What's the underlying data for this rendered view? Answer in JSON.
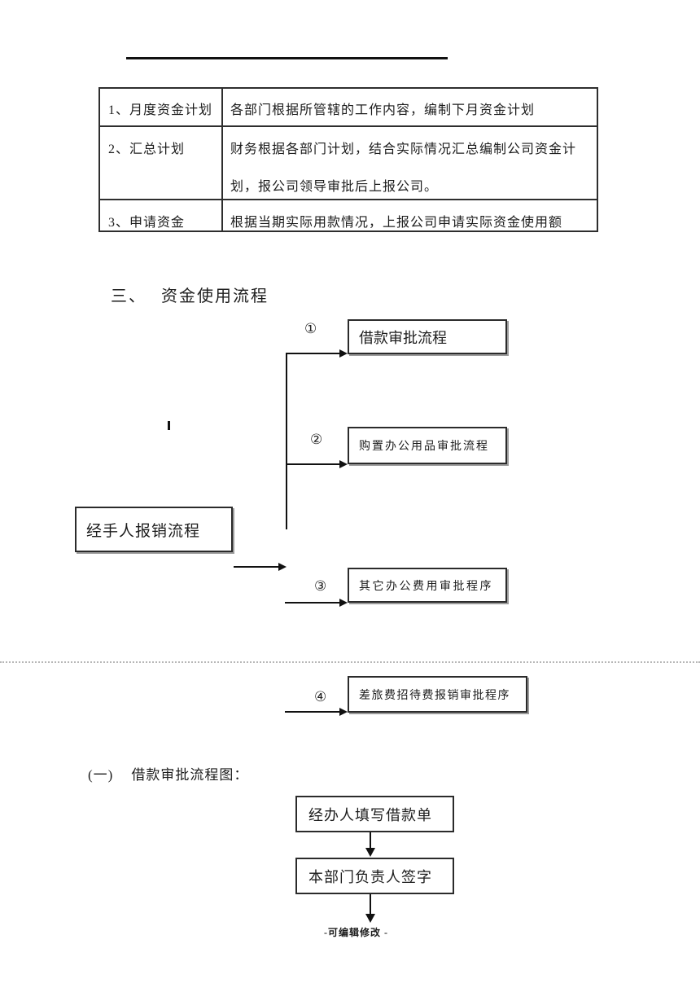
{
  "table": {
    "rows": [
      {
        "label": "1、月度资金计划",
        "desc_lines": [
          "各部门根据所管辖的工作内容，编制下月资金计划"
        ]
      },
      {
        "label": "2、汇总计划",
        "desc_lines": [
          "财务根据各部门计划，结合实际情况汇总编制公司资金计",
          "划，报公司领导审批后上报公司。"
        ]
      },
      {
        "label": "3、申请资金",
        "desc_lines": [
          "根据当期实际用款情况，上报公司申请实际资金使用额"
        ]
      }
    ]
  },
  "section_funds": {
    "number": "三、",
    "title": "资金使用流程"
  },
  "flowchart": {
    "source_label": "经手人报销流程",
    "branches": [
      {
        "marker": "①",
        "label": "借款审批流程"
      },
      {
        "marker": "②",
        "label": "购置办公用品审批流程"
      },
      {
        "marker": "③",
        "label": "其它办公费用审批程序"
      },
      {
        "marker": "④",
        "label": "差旅费招待费报销审批程序"
      }
    ]
  },
  "section_loan": {
    "number": "(一)",
    "title": "借款审批流程图："
  },
  "loan_flow": {
    "steps": [
      "经办人填写借款单",
      "本部门负责人签字"
    ]
  },
  "footer": {
    "text": "-可编辑修改 -"
  },
  "colors": {
    "ink": "#1c1c1c",
    "border": "#2b2b2b",
    "page_break": "#b7b7b7"
  }
}
